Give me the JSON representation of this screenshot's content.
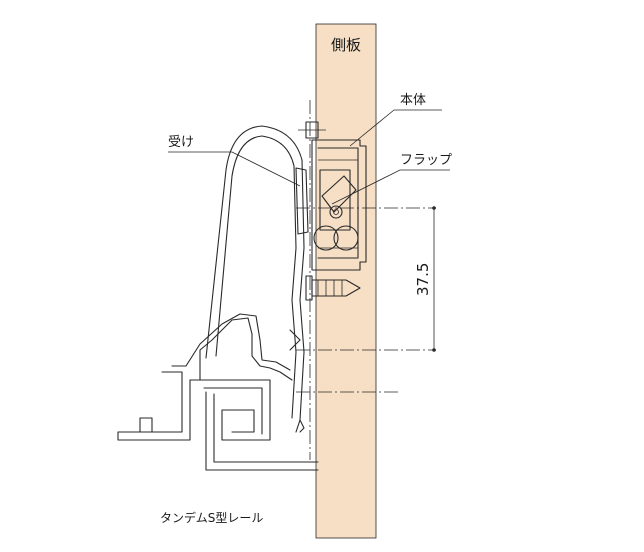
{
  "labels": {
    "side_panel": "側板",
    "body": "本体",
    "flap": "フラップ",
    "receiver": "受け",
    "rail": "タンデムS型レール",
    "dimension": "37.5"
  },
  "colors": {
    "panel_fill": "#f6dfc4",
    "line": "#2a2a2a"
  }
}
